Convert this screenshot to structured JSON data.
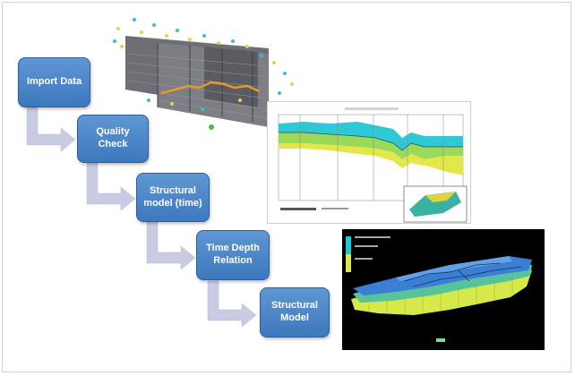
{
  "steps": [
    {
      "line1": "Import Data",
      "line2": ""
    },
    {
      "line1": "Quality Check",
      "line2": ""
    },
    {
      "line1": "Structural",
      "line2": "model (time)"
    },
    {
      "line1": "Time Depth",
      "line2": "Relation"
    },
    {
      "line1": "Structural",
      "line2": "Model"
    }
  ],
  "colors": {
    "step_fill": "#4a86c8",
    "arrow": "#c9cbe3",
    "surface_cyan": "#1fc8d8",
    "surface_yellow": "#d6e84a",
    "surface_blue": "#3a7fd4"
  },
  "icons": [
    "seismic-cube-icon",
    "cross-section-chart-icon",
    "structural-model-3d-icon"
  ]
}
